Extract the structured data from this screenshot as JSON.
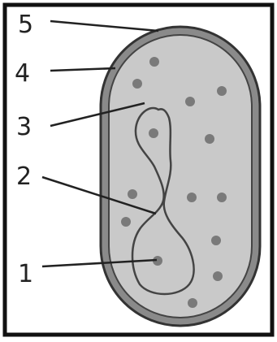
{
  "diagram": {
    "labels": [
      {
        "id": "label-5",
        "text": "5",
        "part": "cell-wall"
      },
      {
        "id": "label-4",
        "text": "4",
        "part": "cell-membrane"
      },
      {
        "id": "label-3",
        "text": "3",
        "part": "cytoplasm"
      },
      {
        "id": "label-2",
        "text": "2",
        "part": "nucleoid-dna"
      },
      {
        "id": "label-1",
        "text": "1",
        "part": "ribosome"
      }
    ],
    "colors": {
      "frame": "#111111",
      "cell_wall": "#8a8a8a",
      "cell_outline": "#333333",
      "cytoplasm": "#c9c9c9",
      "dna": "#444444",
      "ribosome": "#7a7a7a",
      "leader": "#222222"
    }
  }
}
